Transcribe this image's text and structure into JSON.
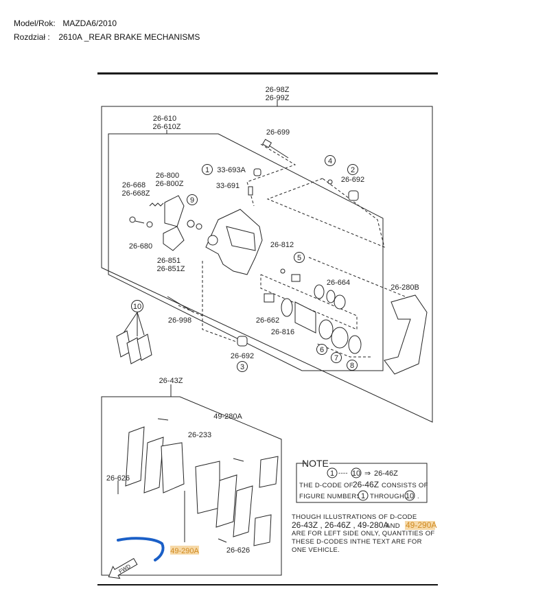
{
  "header": {
    "model_label": "Model/Rok:",
    "model_value": "MAZDA6/2010",
    "section_label": "Rozdział :",
    "section_value": "2610A _REAR BRAKE MECHANISMS"
  },
  "labels": {
    "l1": "26-98Z",
    "l2": "26-99Z",
    "l3": "26-610",
    "l4": "26-610Z",
    "l5": "26-699",
    "l6": "33-693A",
    "l7": "33-691",
    "l8": "26-692",
    "l9": "26-800",
    "l10": "26-800Z",
    "l11": "26-668",
    "l12": "26-668Z",
    "l13": "26-680",
    "l14": "26-851",
    "l15": "26-851Z",
    "l16": "26-812",
    "l17": "26-664",
    "l18": "26-280B",
    "l19": "26-998",
    "l20": "26-662",
    "l21": "26-816",
    "l22": "26-692",
    "l23": "26-43Z",
    "l24": "49-280A",
    "l25": "26-233",
    "l26": "26-626",
    "l27": "26-626",
    "l28": "49-290A",
    "fwd": "FWD"
  },
  "callouts": {
    "c1": "1",
    "c2": "2",
    "c3": "3",
    "c4": "4",
    "c5": "5",
    "c6": "6",
    "c7": "7",
    "c8": "8",
    "c9": "9",
    "c10": "10"
  },
  "note": {
    "title": "NOTE",
    "range_from": "1",
    "range_dots": "----",
    "range_to": "10",
    "arrow": "⇒",
    "range_code": "26-46Z",
    "line2a": "THE D-CODE OF",
    "line2b": "26-46Z",
    "line2c": "CONSISTS OF",
    "line3a": "FIGURE NUMBERS",
    "line3b": "1",
    "line3c": "THROUGH",
    "line3d": "10",
    "line3e": "."
  },
  "disclaimer": {
    "l1": "THOUGH ILLUSTRATIONS OF D-CODE",
    "l2a": "26-43Z , 26-46Z ,  49-280A",
    "l2b": "AND",
    "l2c": "49-290A",
    "l3": "ARE FOR LEFT SIDE ONLY, QUANTITIES OF",
    "l4": "THESE D-CODES INTHE TEXT ARE FOR",
    "l5": "ONE VEHICLE."
  },
  "colors": {
    "highlight": "#f6d9a8",
    "highlight_text": "#d08a20",
    "scribble": "#1a5fc7"
  }
}
